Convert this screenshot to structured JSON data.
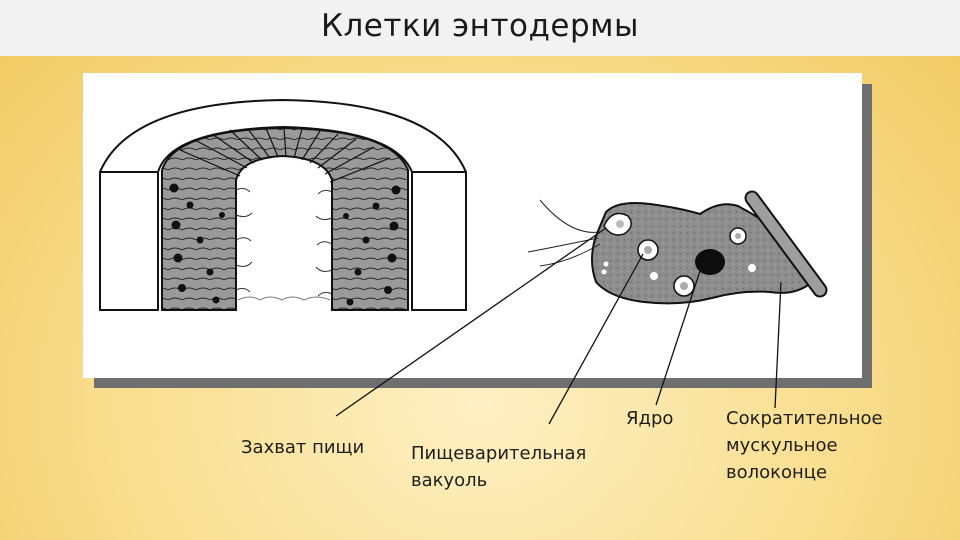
{
  "slide": {
    "title": "Клетки энтодермы"
  },
  "labels": {
    "food_capture": "Захват пищи",
    "digestive_vacuole": "Пищеварительная\nвакуоль",
    "nucleus": "Ядро",
    "contractile_fiber": "Сократительное\nмускульное\nволоконце"
  }
}
